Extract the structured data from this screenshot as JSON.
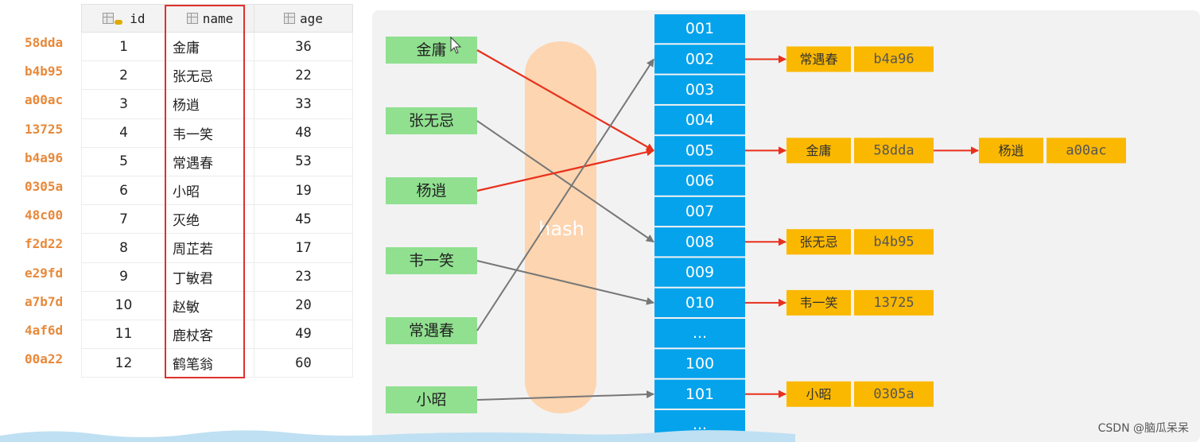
{
  "table": {
    "columns": [
      "id",
      "name",
      "age"
    ],
    "hashes": [
      "58dda",
      "b4b95",
      "a00ac",
      "13725",
      "b4a96",
      "0305a",
      "48c00",
      "f2d22",
      "e29fd",
      "a7b7d",
      "4af6d",
      "00a22"
    ],
    "rows": [
      {
        "id": "1",
        "name": "金庸",
        "age": "36"
      },
      {
        "id": "2",
        "name": "张无忌",
        "age": "22"
      },
      {
        "id": "3",
        "name": "杨逍",
        "age": "33"
      },
      {
        "id": "4",
        "name": "韦一笑",
        "age": "48"
      },
      {
        "id": "5",
        "name": "常遇春",
        "age": "53"
      },
      {
        "id": "6",
        "name": "小昭",
        "age": "19"
      },
      {
        "id": "7",
        "name": "灭绝",
        "age": "45"
      },
      {
        "id": "8",
        "name": "周芷若",
        "age": "17"
      },
      {
        "id": "9",
        "name": "丁敏君",
        "age": "23"
      },
      {
        "id": "10",
        "name": "赵敏",
        "age": "20"
      },
      {
        "id": "11",
        "name": "鹿杖客",
        "age": "49"
      },
      {
        "id": "12",
        "name": "鹤笔翁",
        "age": "60"
      }
    ]
  },
  "diagram": {
    "hash_label": "hash",
    "keys": [
      "金庸",
      "张无忌",
      "杨逍",
      "韦一笑",
      "常遇春",
      "小昭"
    ],
    "slots": [
      "001",
      "002",
      "003",
      "004",
      "005",
      "006",
      "007",
      "008",
      "009",
      "010",
      "...",
      "100",
      "101",
      "..."
    ],
    "edges": [
      {
        "from": "金庸",
        "to": "005",
        "color": "red"
      },
      {
        "from": "张无忌",
        "to": "008",
        "color": "gray"
      },
      {
        "from": "杨逍",
        "to": "005",
        "color": "red"
      },
      {
        "from": "韦一笑",
        "to": "010",
        "color": "gray"
      },
      {
        "from": "常遇春",
        "to": "002",
        "color": "gray"
      },
      {
        "from": "小昭",
        "to": "101",
        "color": "gray"
      }
    ],
    "entries": [
      {
        "slot": "002",
        "chain": [
          {
            "name": "常遇春",
            "hash": "b4a96"
          }
        ]
      },
      {
        "slot": "005",
        "chain": [
          {
            "name": "金庸",
            "hash": "58dda"
          },
          {
            "name": "杨逍",
            "hash": "a00ac"
          }
        ]
      },
      {
        "slot": "008",
        "chain": [
          {
            "name": "张无忌",
            "hash": "b4b95"
          }
        ]
      },
      {
        "slot": "010",
        "chain": [
          {
            "name": "韦一笑",
            "hash": "13725"
          }
        ]
      },
      {
        "slot": "101",
        "chain": [
          {
            "name": "小昭",
            "hash": "0305a"
          }
        ]
      }
    ]
  },
  "colors": {
    "key_box": "#90e090",
    "slot_box": "#04a3ec",
    "entry_box": "#fbb800",
    "red_edge": "#e8301c",
    "gray_edge": "#777777",
    "hash_band": "#fdd5b0",
    "hash_text": "#e8893a"
  },
  "watermark": "CSDN @脑瓜呆呆"
}
